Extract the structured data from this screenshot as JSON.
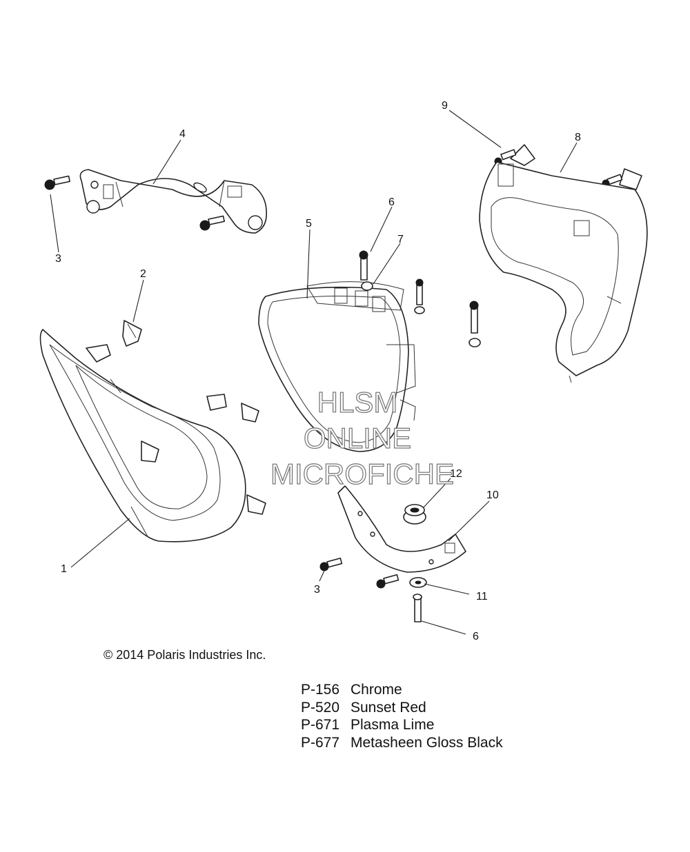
{
  "callouts": [
    {
      "id": "c1",
      "label": "1"
    },
    {
      "id": "c2",
      "label": "2"
    },
    {
      "id": "c3a",
      "label": "3"
    },
    {
      "id": "c3b",
      "label": "3"
    },
    {
      "id": "c4",
      "label": "4"
    },
    {
      "id": "c5",
      "label": "5"
    },
    {
      "id": "c6a",
      "label": "6"
    },
    {
      "id": "c6b",
      "label": "6"
    },
    {
      "id": "c7",
      "label": "7"
    },
    {
      "id": "c8",
      "label": "8"
    },
    {
      "id": "c9",
      "label": "9"
    },
    {
      "id": "c10",
      "label": "10"
    },
    {
      "id": "c11",
      "label": "11"
    },
    {
      "id": "c12",
      "label": "12"
    }
  ],
  "watermark": [
    "HLSM",
    "ONLINE",
    "MICROFICHE"
  ],
  "copyright": "© 2014 Polaris Industries Inc.",
  "color_legend": [
    {
      "code": "P-156",
      "name": "Chrome"
    },
    {
      "code": "P-520",
      "name": "Sunset Red"
    },
    {
      "code": "P-671",
      "name": "Plasma Lime"
    },
    {
      "code": "P-677",
      "name": "Metasheen Gloss Black"
    }
  ]
}
